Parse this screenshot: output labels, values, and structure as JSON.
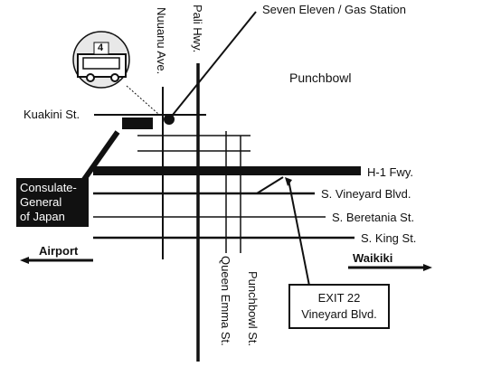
{
  "streets": {
    "nuuanu": "Nuuanu Ave.",
    "pali": "Pali Hwy.",
    "kuakini": "Kuakini St.",
    "h1": "H-1 Fwy.",
    "vineyard": "S. Vineyard Blvd.",
    "beretania": "S. Beretania St.",
    "king": "S. King St.",
    "queen_emma": "Queen Emma St.",
    "punchbowl_st": "Punchbowl St."
  },
  "places": {
    "seven_eleven": "Seven Eleven / Gas Station",
    "punchbowl": "Punchbowl",
    "consulate": [
      "Consulate-",
      "General",
      "of Japan"
    ],
    "exit": [
      "EXIT 22",
      "Vineyard Blvd."
    ]
  },
  "directions": {
    "airport": "Airport",
    "waikiki": "Waikiki"
  },
  "icons": {
    "parking": "car-icon",
    "parking_number": "4"
  }
}
